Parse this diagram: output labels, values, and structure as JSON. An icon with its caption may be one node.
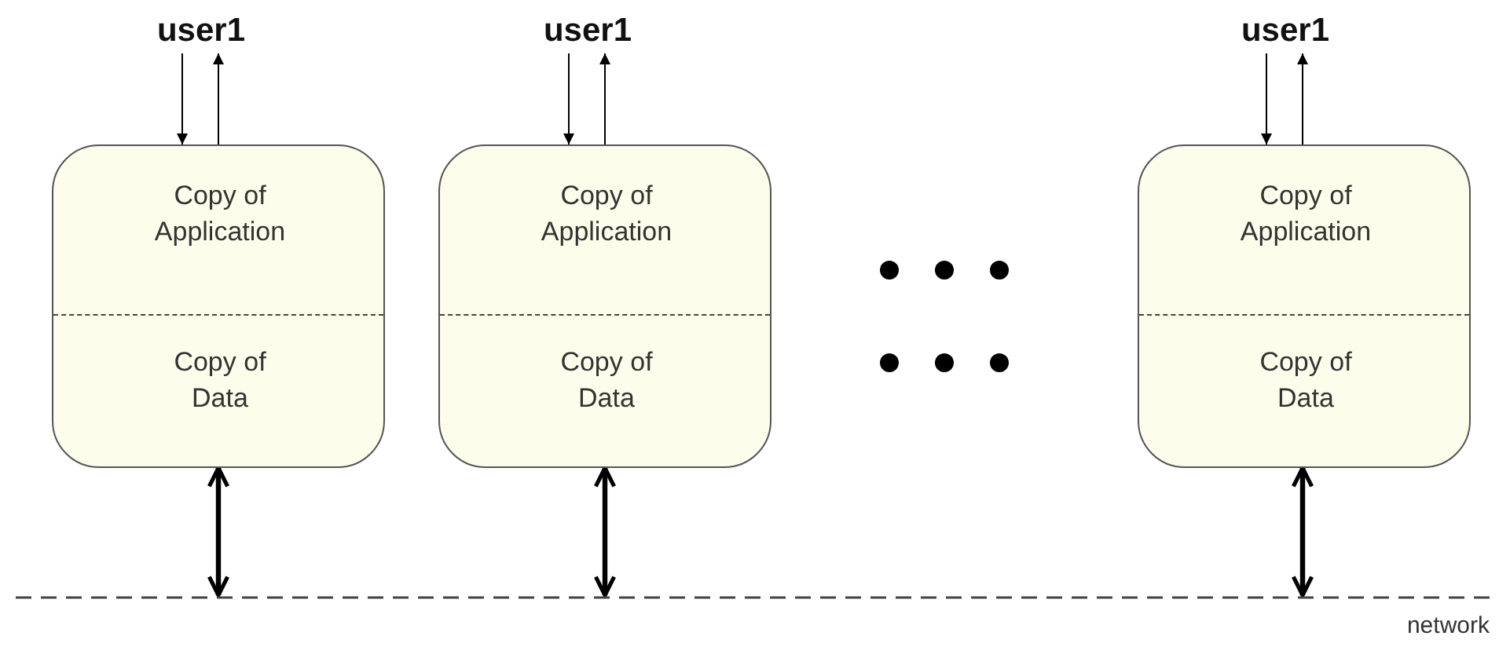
{
  "diagram": {
    "nodes": [
      {
        "text": [
          "user1"
        ]
      },
      {
        "text": [
          "user1"
        ]
      },
      {
        "text": [
          "user1"
        ]
      },
      {
        "text": [
          "Copy of Application",
          "Copy of Data"
        ]
      },
      {
        "text": [
          "Copy of Application",
          "Copy of Data"
        ]
      },
      {
        "text": [
          "Copy of Application",
          "Copy of Data"
        ]
      },
      {
        "text": [
          "network"
        ]
      }
    ],
    "edges": [
      {
        "from": 0,
        "to": 3,
        "arrow": "to"
      },
      {
        "from": 3,
        "to": 0,
        "arrow": "to"
      },
      {
        "from": 1,
        "to": 4,
        "arrow": "to"
      },
      {
        "from": 4,
        "to": 1,
        "arrow": "to"
      },
      {
        "from": 2,
        "to": 5,
        "arrow": "to"
      },
      {
        "from": 5,
        "to": 2,
        "arrow": "to"
      },
      {
        "from": 3,
        "to": 6,
        "arrow": "both",
        "style": "thick"
      },
      {
        "from": 4,
        "to": 6,
        "arrow": "both",
        "style": "thick"
      },
      {
        "from": 5,
        "to": 6,
        "arrow": "both",
        "style": "thick"
      }
    ]
  }
}
